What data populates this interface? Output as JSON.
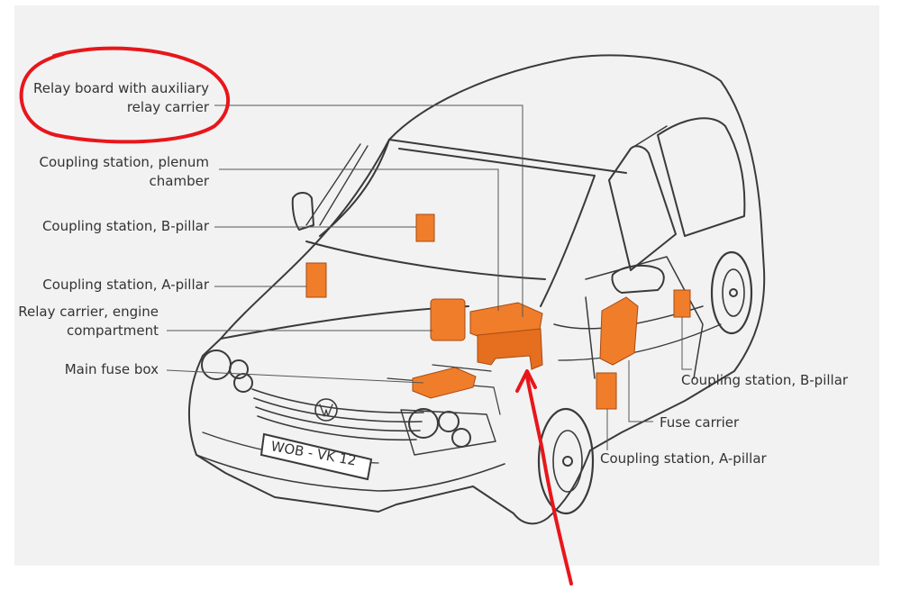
{
  "labels": {
    "relay_board_line1": "Relay board with auxiliary",
    "relay_board_line2": "relay carrier",
    "plenum_line1": "Coupling station, plenum",
    "plenum_line2": "chamber",
    "b_pillar_left": "Coupling station, B-pillar",
    "a_pillar_left": "Coupling station, A-pillar",
    "relay_engine_line1": "Relay carrier, engine",
    "relay_engine_line2": "compartment",
    "main_fuse_box": "Main fuse box",
    "b_pillar_right": "Coupling station, B-pillar",
    "fuse_carrier": "Fuse carrier",
    "a_pillar_right": "Coupling station, A-pillar"
  },
  "license_plate": "WOB - VK 12",
  "colors": {
    "component": "#f07d2a",
    "component_dark": "#c2571a",
    "annotation": "#e8161b",
    "outline": "#3a3a3a",
    "background": "#f2f2f2"
  }
}
